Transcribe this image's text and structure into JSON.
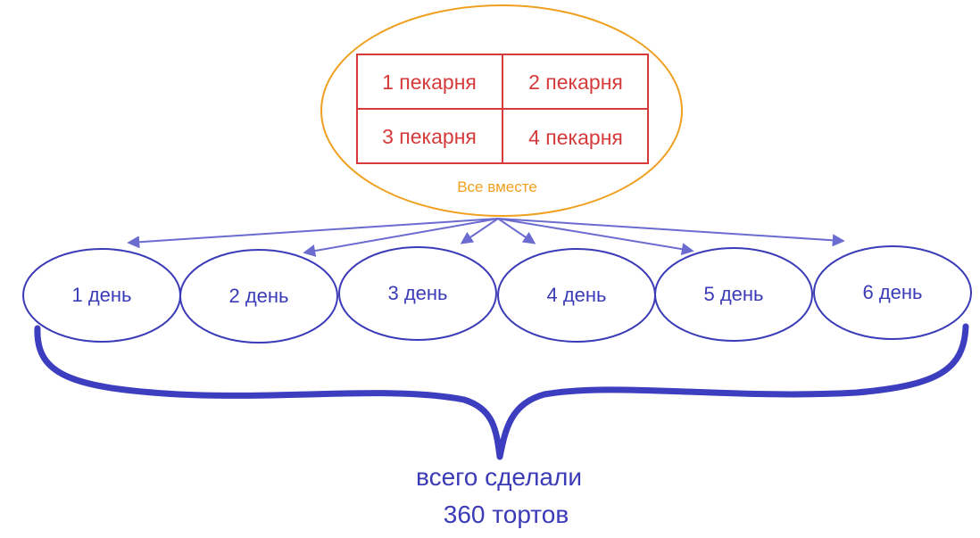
{
  "group": {
    "caption": "Все вместе",
    "bakeries": [
      "1 пекарня",
      "2 пекарня",
      "3 пекарня",
      "4 пекарня"
    ]
  },
  "days": [
    "1 день",
    "2 день",
    "3 день",
    "4 день",
    "5 день",
    "6 день"
  ],
  "total": {
    "line1": "всего сделали",
    "line2": "360 тортов"
  },
  "colors": {
    "bakery": "#d63a3a",
    "group_outline": "#f0a020",
    "day_outline": "#3b3bb8",
    "arrow": "#6b6bd0",
    "brace": "#3d3dc0"
  }
}
